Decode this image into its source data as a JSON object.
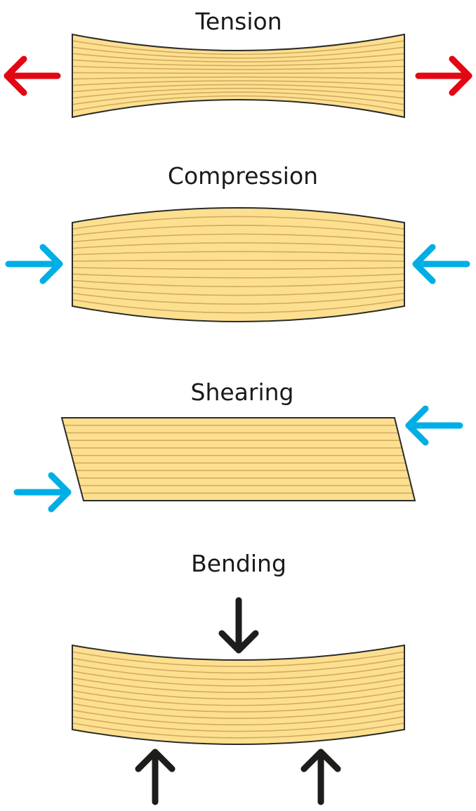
{
  "colors": {
    "wood_fill": "#fde08f",
    "grain": "#d2aa62",
    "outline": "#2b2b2b",
    "tension_arrow": "#e30613",
    "compression_arrow": "#00aee6",
    "bending_arrow": "#1d1d1b"
  },
  "panels": [
    {
      "id": "tension",
      "title": "Tension",
      "arrow_icon": "outward-arrows"
    },
    {
      "id": "compression",
      "title": "Compression",
      "arrow_icon": "inward-arrows"
    },
    {
      "id": "shearing",
      "title": "Shearing",
      "arrow_icon": "offset-opposing-arrows"
    },
    {
      "id": "bending",
      "title": "Bending",
      "arrow_icon": "three-point-arrows"
    }
  ]
}
